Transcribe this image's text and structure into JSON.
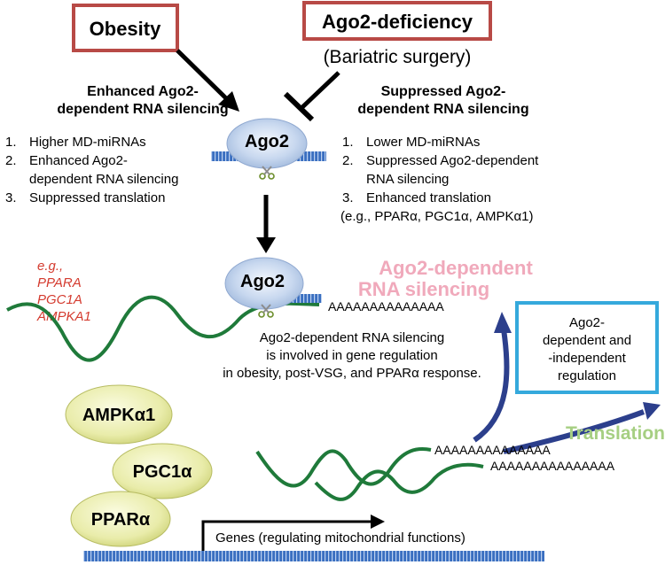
{
  "boxes": {
    "obesity": "Obesity",
    "ago2_deficiency": "Ago2-deficiency",
    "bariatric_surgery": "(Bariatric surgery)"
  },
  "left_panel": {
    "heading_line1": "Enhanced Ago2-",
    "heading_line2": "dependent RNA silencing",
    "items": [
      {
        "num": "1.",
        "lines": [
          "Higher MD-miRNAs"
        ]
      },
      {
        "num": "2.",
        "lines": [
          "Enhanced Ago2-",
          "dependent RNA silencing"
        ]
      },
      {
        "num": "3.",
        "lines": [
          "Suppressed translation"
        ]
      }
    ]
  },
  "right_panel": {
    "heading_line1": "Suppressed Ago2-",
    "heading_line2": "dependent RNA silencing",
    "items": [
      {
        "num": "1.",
        "lines": [
          "Lower MD-miRNAs"
        ]
      },
      {
        "num": "2.",
        "lines": [
          "Suppressed Ago2-dependent",
          "RNA silencing"
        ]
      },
      {
        "num": "3.",
        "lines": [
          "Enhanced translation"
        ]
      }
    ],
    "example": "(e.g., PPARα, PGC1α, AMPKα1)"
  },
  "ago2_label": "Ago2",
  "examples": {
    "eg": "e.g.,",
    "genes": [
      "PPARA",
      "PGC1A",
      "AMPKA1"
    ]
  },
  "silencing_label": {
    "line1": "Ago2-dependent",
    "line2": "RNA silencing"
  },
  "poly_a": "AAAAAAAAAAAAAA",
  "poly_a_lower": "AAAAAAAAAAAAAAA",
  "involvement_text": [
    "Ago2-dependent RNA silencing",
    "is involved in gene regulation",
    "in obesity, post-VSG, and PPARα response."
  ],
  "regulation_box": [
    "Ago2-",
    "dependent and",
    "-independent",
    "regulation"
  ],
  "translation_label": "Translation",
  "proteins": [
    "AMPKα1",
    "PGC1α",
    "PPARα"
  ],
  "genes_label": "Genes (regulating mitochondrial functions)",
  "colors": {
    "box_border": "#b84a46",
    "green_rna": "#1f7a3a",
    "blue_rna": "#3a6fc0",
    "navy_arrow": "#2c3f8c",
    "pink_label": "#f0a9bb",
    "red_text": "#d43b2f",
    "light_green_text": "#a6cf82",
    "cyan_box": "#35a9dc",
    "oval_fill": "#eef0b2",
    "ago2_fill": "#c8d8ef"
  }
}
